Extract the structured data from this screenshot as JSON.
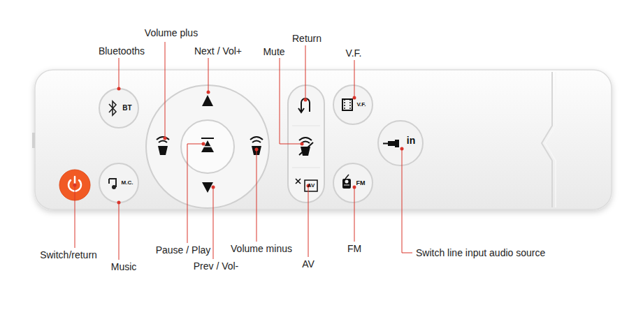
{
  "diagram": {
    "nodes": [
      {
        "text": [
          "BT"
        ]
      },
      {
        "text": [
          "M.C."
        ]
      },
      {
        "text": [
          "AV"
        ]
      },
      {
        "text": [
          "V.F."
        ]
      },
      {
        "text": [
          "FM"
        ]
      },
      {
        "text": [
          "in"
        ]
      }
    ],
    "labels": [
      "Volume plus",
      "Bluetooths",
      "Next / Vol+",
      "Return",
      "Mute",
      "V.F.",
      "Switch/return",
      "Music",
      "Pause / Play",
      "Prev / Vol-",
      "Volume minus",
      "AV",
      "FM",
      "Switch line input audio source"
    ]
  }
}
